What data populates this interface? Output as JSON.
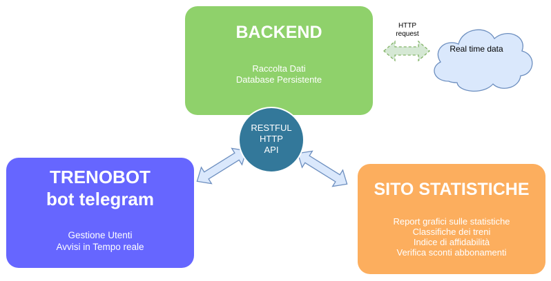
{
  "backend": {
    "title": "BACKEND",
    "lines": [
      "Raccolta Dati",
      "Database Persistente"
    ]
  },
  "api": {
    "lines": [
      "RESTFUL",
      "HTTP",
      "API"
    ]
  },
  "trenobot": {
    "title_lines": [
      "TRENOBOT",
      "bot telegram"
    ],
    "lines": [
      "Gestione Utenti",
      "Avvisi in Tempo reale"
    ]
  },
  "sito": {
    "title": "SITO STATISTICHE",
    "lines": [
      "Report grafici sulle statistiche",
      "Classifiche dei treni",
      "Indice di affidabilità",
      "Verifica sconti abbonamenti"
    ]
  },
  "cloud": {
    "label": "Real time data"
  },
  "http_request": {
    "lines": [
      "HTTP",
      "request"
    ]
  },
  "colors": {
    "backend": "#8fd16b",
    "trenobot": "#6666ff",
    "sito": "#fcae5e",
    "api": "#33789a",
    "arrow_fill": "#dae8fc",
    "arrow_stroke": "#6c8ebf",
    "cloud_fill": "#dae8fc",
    "http_arrow_fill": "#d5e8d4",
    "http_arrow_stroke": "#82b366"
  }
}
